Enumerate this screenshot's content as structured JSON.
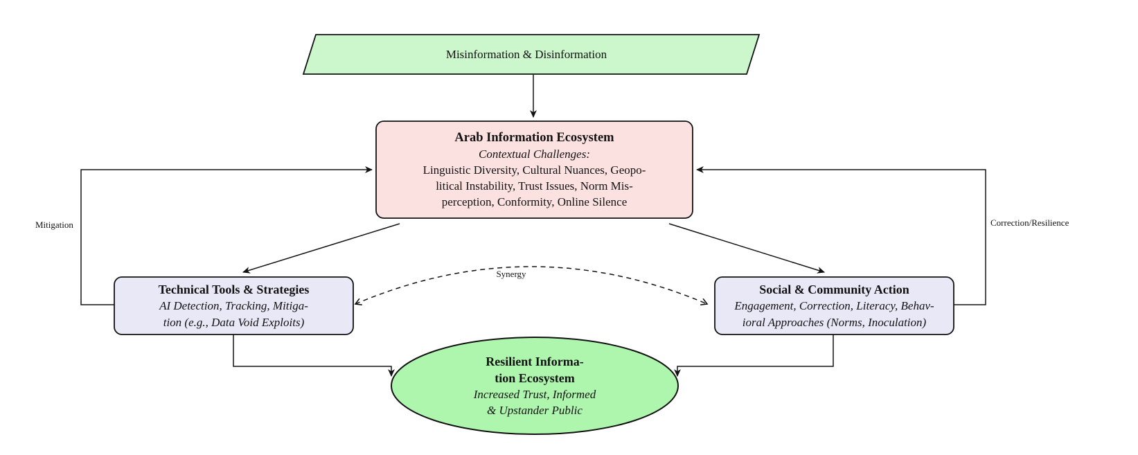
{
  "diagram": {
    "source": {
      "label": "Misinformation & Disinformation"
    },
    "ecosystem": {
      "title": "Arab Information Ecosystem",
      "subtitle": "Contextual Challenges:",
      "body": [
        "Linguistic Diversity, Cultural Nuances, Geopo-",
        "litical Instability, Trust Issues, Norm Mis-",
        "perception, Conformity, Online Silence"
      ]
    },
    "technical": {
      "title": "Technical Tools & Strategies",
      "body": [
        "AI Detection, Tracking, Mitiga-",
        "tion (e.g., Data Void Exploits)"
      ]
    },
    "social": {
      "title": "Social & Community Action",
      "body": [
        "Engagement, Correction, Literacy, Behav-",
        "ioral Approaches (Norms, Inoculation)"
      ]
    },
    "outcome": {
      "title": [
        "Resilient Informa-",
        "tion Ecosystem"
      ],
      "body": [
        "Increased Trust, Informed",
        "& Upstander Public"
      ]
    },
    "edge_labels": {
      "mitigation": "Mitigation",
      "correction": "Correction/Resilience",
      "synergy": "Synergy"
    }
  },
  "colors": {
    "source_fill": "#ccf6cc",
    "ecosystem_fill": "#fce1e1",
    "action_fill": "#e8e8f7",
    "outcome_fill": "#aef5ae",
    "stroke": "#111111"
  }
}
